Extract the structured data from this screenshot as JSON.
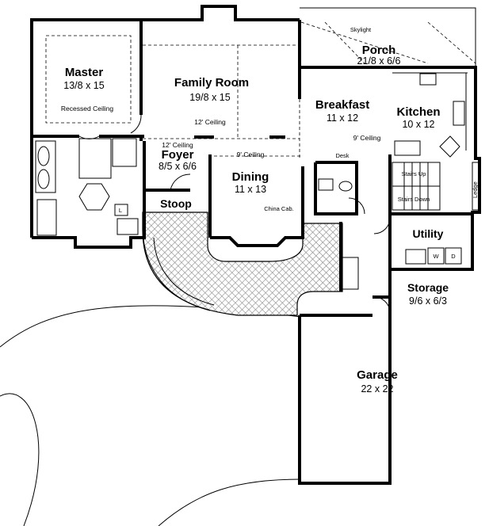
{
  "rooms": {
    "master": {
      "name": "Master",
      "dims": "13/8 x 15",
      "note": "Recessed Ceiling"
    },
    "family_room": {
      "name": "Family Room",
      "dims": "19/8 x 15",
      "note": "12' Ceiling"
    },
    "porch": {
      "name": "Porch",
      "dims": "21/8 x 6/6",
      "note": "Skylight"
    },
    "breakfast": {
      "name": "Breakfast",
      "dims": "11 x 12",
      "note": "9' Ceiling"
    },
    "kitchen": {
      "name": "Kitchen",
      "dims": "10 x 12"
    },
    "foyer": {
      "name": "Foyer",
      "dims": "8/5 x 6/6",
      "note": "12' Ceiling"
    },
    "dining": {
      "name": "Dining",
      "dims": "11 x 13",
      "note": "9' Ceiling",
      "extra": "China Cab."
    },
    "stoop": {
      "name": "Stoop"
    },
    "utility": {
      "name": "Utility"
    },
    "storage": {
      "name": "Storage",
      "dims": "9/6 x 6/3"
    },
    "garage": {
      "name": "Garage",
      "dims": "22 x 22"
    }
  },
  "labels": {
    "desk": "Desk",
    "stairs_up": "Stairs Up",
    "stairs_down": "Stairs Down",
    "ledge": "Ledge",
    "washer": "W",
    "dryer": "D",
    "linen": "L"
  }
}
